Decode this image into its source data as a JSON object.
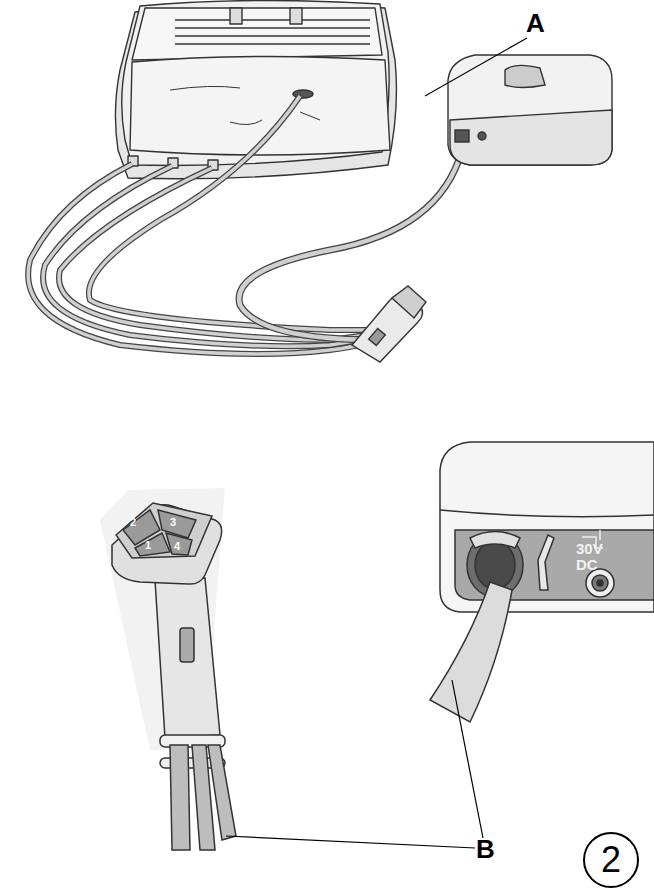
{
  "diagram": {
    "nodes": [
      {
        "text": [
          "2"
        ]
      }
    ],
    "labels": [
      "A",
      "B",
      "30V DC",
      "2",
      "3",
      "1",
      "4"
    ]
  }
}
